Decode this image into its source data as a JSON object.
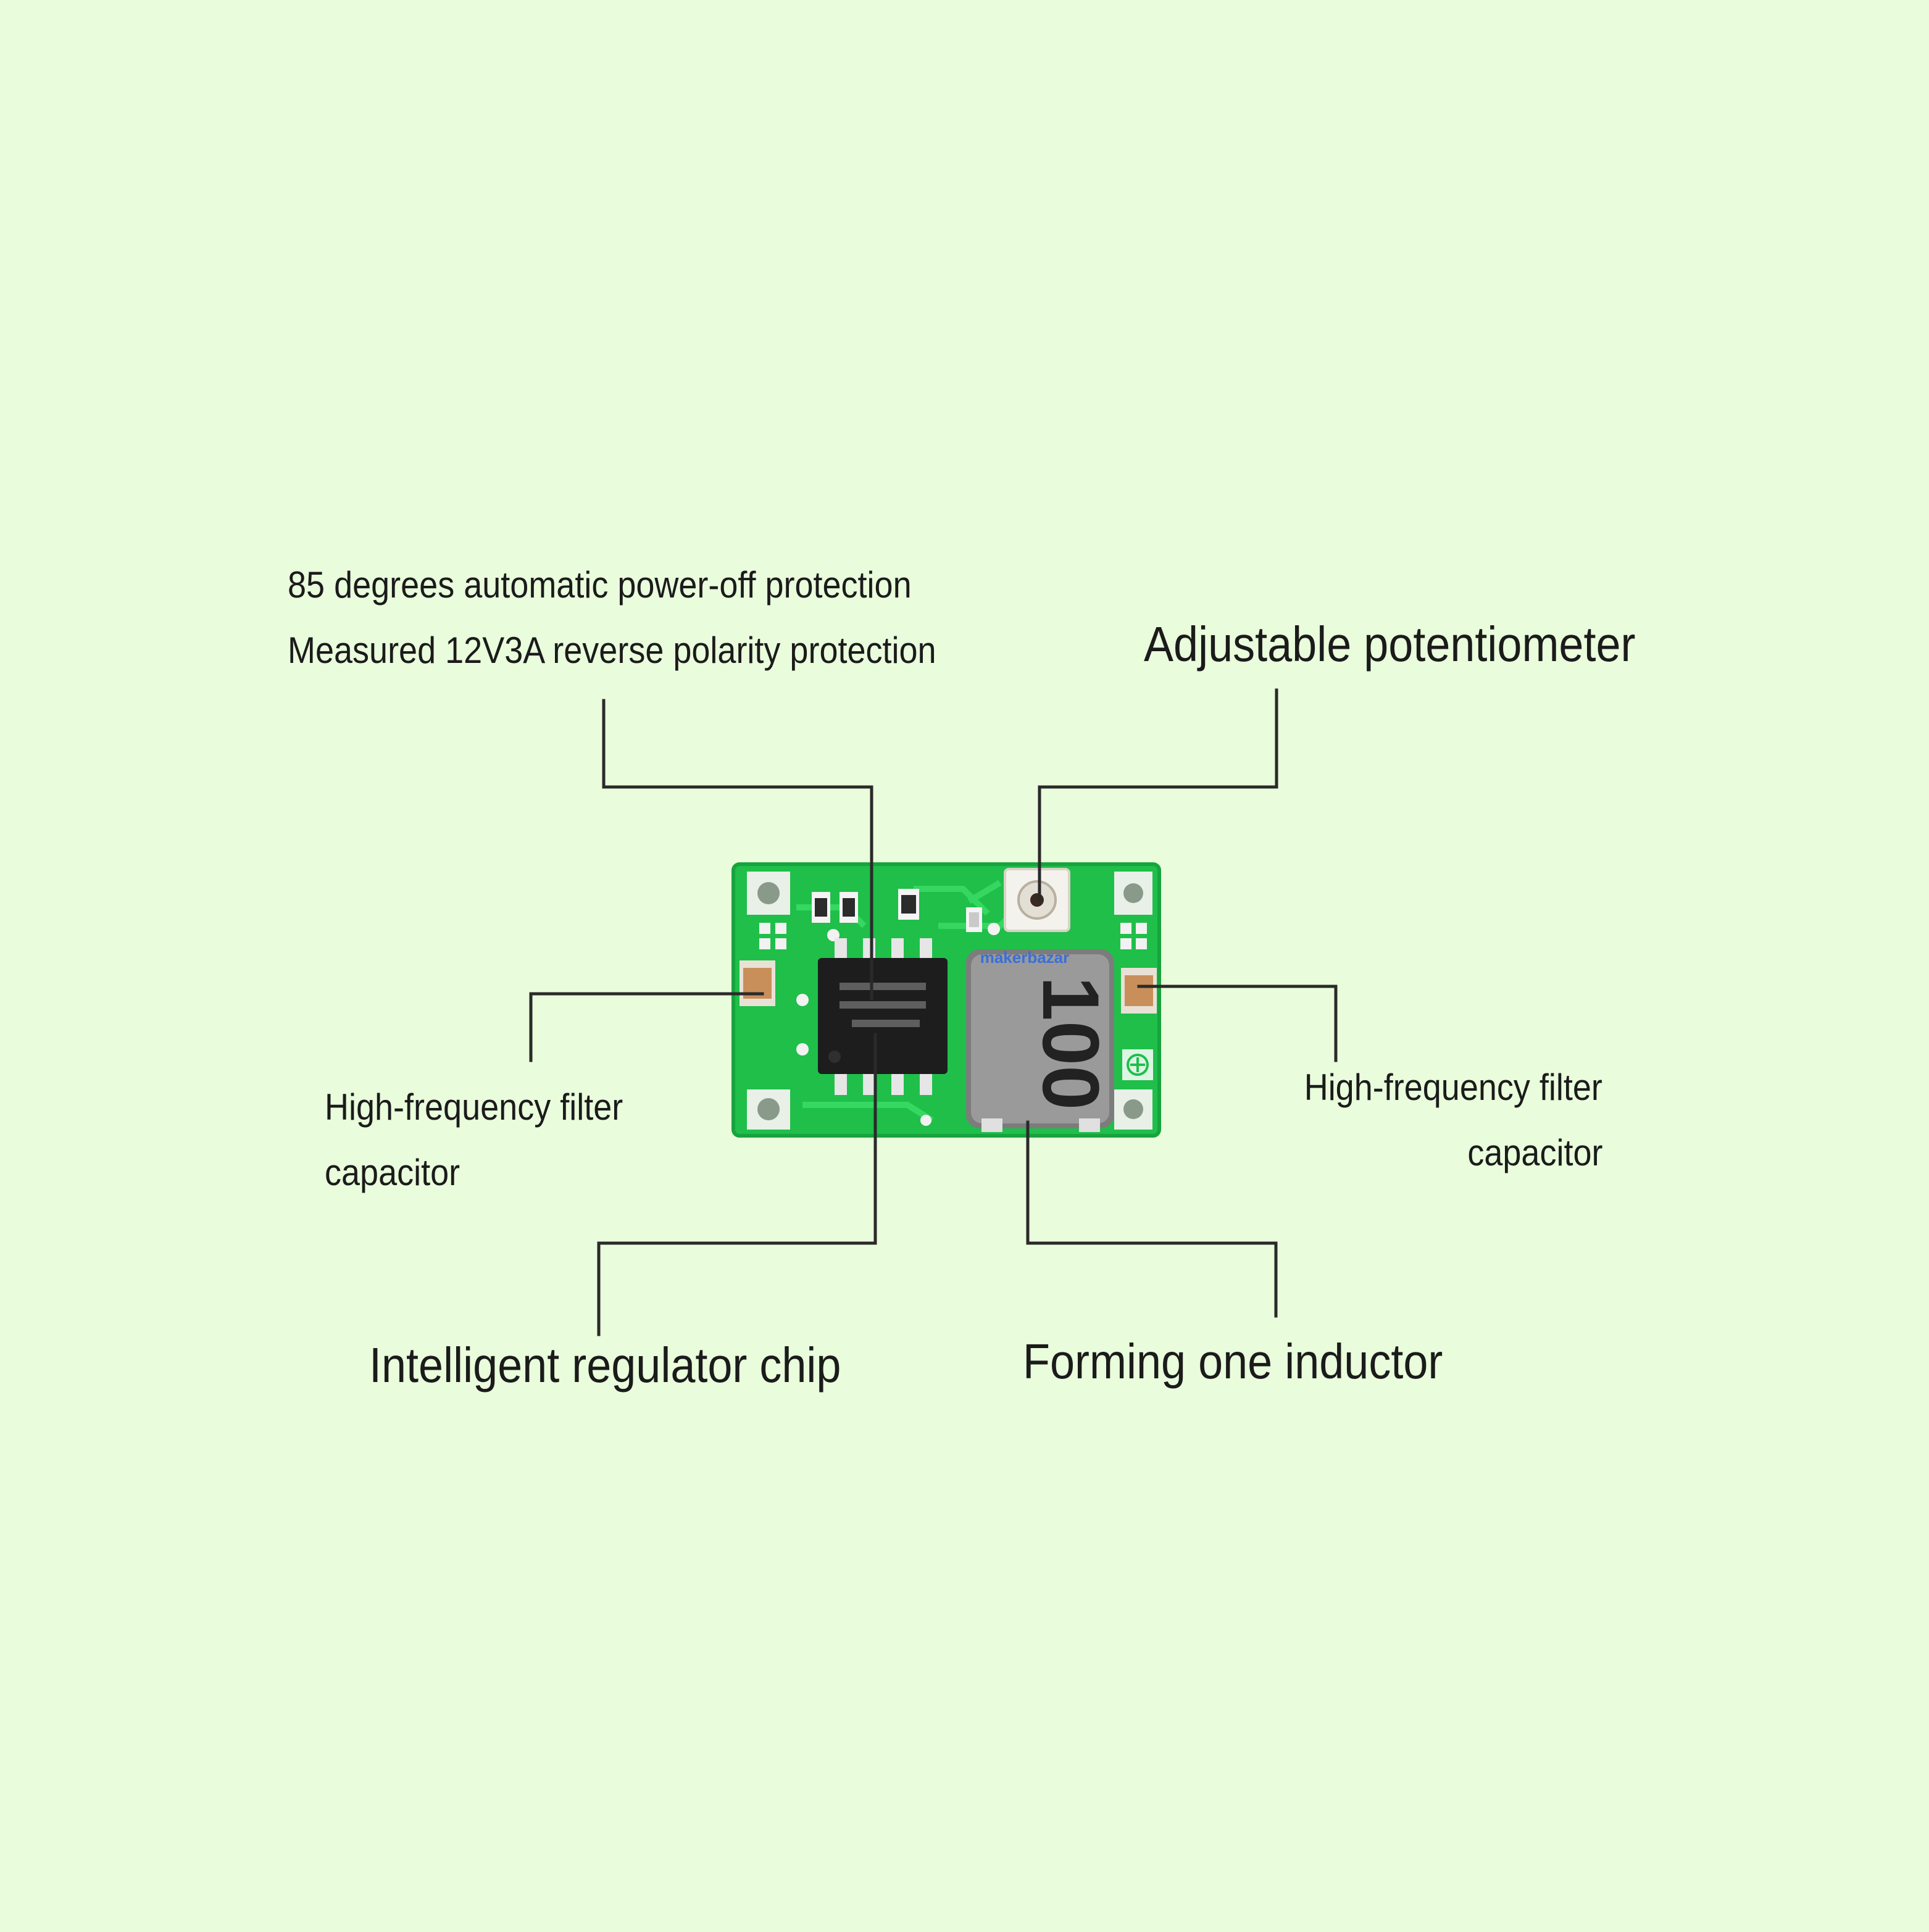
{
  "colors": {
    "background": "#e9fcdc",
    "text": "#1b1b1b",
    "leader_line": "#2a2a2a",
    "pcb_green": "#1fbf4a",
    "pcb_trace": "#33d35e",
    "ic_body": "#1d1d1d",
    "inductor_body": "#8a8a8a",
    "capacitor": "#c98f5a"
  },
  "labels": {
    "protection_line1": "85 degrees automatic power-off protection",
    "protection_line2": "Measured 12V3A reverse polarity protection",
    "potentiometer": "Adjustable potentiometer",
    "capacitor_left_line1": "High-frequency filter",
    "capacitor_left_line2": "capacitor",
    "capacitor_right_line1": "High-frequency filter",
    "capacitor_right_line2": "capacitor",
    "regulator_chip": "Intelligent regulator chip",
    "inductor": "Forming one inductor"
  },
  "board": {
    "inductor_marking": "100",
    "logo_text": "makerbazar"
  }
}
